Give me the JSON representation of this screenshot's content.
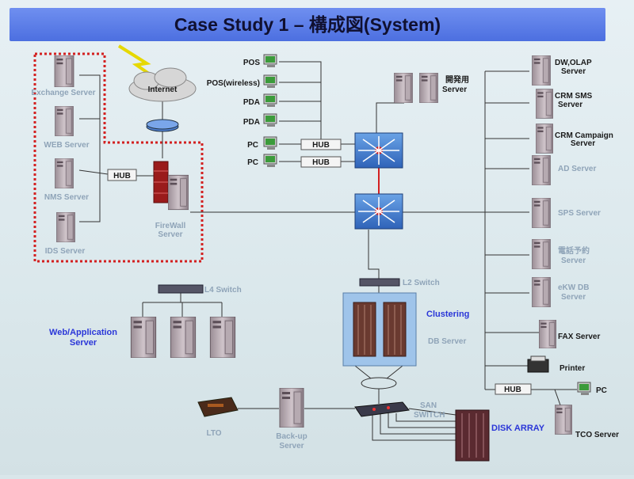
{
  "title": "Case Study 1 – 構成図(System)",
  "labels": {
    "exchange": "Exchange Server",
    "web": "WEB Server",
    "nms": "NMS Server",
    "ids": "IDS Server",
    "internet": "Internet",
    "hub_dmz": "HUB",
    "firewall": "FireWall Server",
    "pos1": "POS",
    "pos2": "POS(wireless)",
    "pda1": "PDA",
    "pda2": "PDA",
    "pc1": "PC",
    "pc2": "PC",
    "hub_pc1": "HUB",
    "hub_pc2": "HUB",
    "dev_server": "開発用 Server",
    "dw": "DW,OLAP Server",
    "crm_sms": "CRM SMS Server",
    "crm_campaign": "CRM Campaign Server",
    "ad": "AD Server",
    "sps": "SPS Server",
    "reserve": "電話予約 Server",
    "kw": "eKW DB Server",
    "fax": "FAX Server",
    "printer": "Printer",
    "hub_right": "HUB",
    "pc_right": "PC",
    "tco": "TCO Server",
    "l4": "L4 Switch",
    "l2": "L2 Switch",
    "webapp": "Web/Application Server",
    "clustering": "Clustering",
    "db": "DB Server",
    "san": "SAN SWITCH",
    "disk": "DISK ARRAY",
    "lto": "LTO",
    "backup": "Back-up Server"
  }
}
